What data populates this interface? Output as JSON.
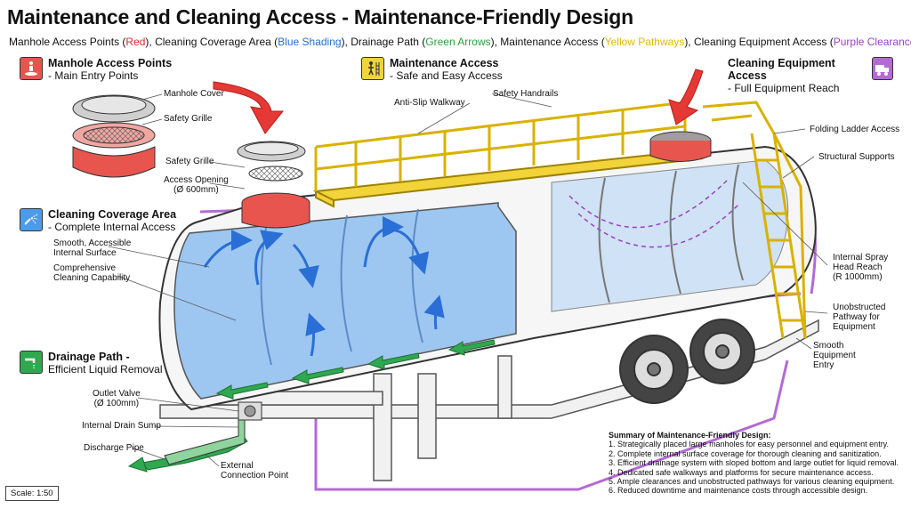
{
  "title": "Maintenance and Cleaning Access - Maintenance-Friendly Design",
  "subtitle": {
    "prefix": "Manhole Access Points (",
    "red": "Red",
    "sep1": "), Cleaning Coverage Area (",
    "blue": "Blue Shading",
    "sep2": "), Drainage Path (",
    "green": "Green Arrows",
    "sep3": "), Maintenance Access (",
    "yellow": "Yellow Pathways",
    "sep4": "), Cleaning Equipment Access (",
    "purple": "Purple Clearances",
    "suffix": ")"
  },
  "colors": {
    "red": "#e8554e",
    "blue": "#4d9be8",
    "green": "#2fa84f",
    "yellow": "#f2d33a",
    "purple": "#b46ad6"
  },
  "legend": {
    "manhole": {
      "title": "Manhole Access Points",
      "sub": "- Main Entry Points",
      "icon": "person-entering-manhole-icon"
    },
    "cleaning": {
      "title": "Cleaning Coverage Area",
      "sub": "- Complete Internal Access",
      "icon": "spray-nozzle-icon"
    },
    "drainage": {
      "title": "Drainage Path -",
      "sub": "Efficient Liquid Removal",
      "icon": "faucet-drain-icon"
    },
    "maintenance": {
      "title": "Maintenance Access",
      "sub": "- Safe and Easy Access",
      "icon": "ladder-worker-icon"
    },
    "equipment": {
      "title": "Cleaning Equipment Access",
      "sub": "- Full Equipment Reach",
      "icon": "cleaning-truck-icon"
    }
  },
  "callouts": {
    "manhole_cover": "Manhole Cover",
    "safety_grille_1": "Safety Grille",
    "safety_grille_2": "Safety Grille",
    "access_opening": [
      "Access Opening",
      "(Ø 600mm)"
    ],
    "smooth_surface": [
      "Smooth, Accessible",
      "Internal Surface"
    ],
    "comprehensive": [
      "Comprehensive",
      "Cleaning Capability"
    ],
    "anti_slip": "Anti-Slip Walkway",
    "safety_handrails": "Safety Handrails",
    "folding_ladder": "Folding Ladder Access",
    "structural_supports": "Structural Supports",
    "spray_head": [
      "Internal Spray",
      "Head Reach",
      "(R 1000mm)"
    ],
    "unobstructed": [
      "Unobstructed",
      "Pathway for",
      "Equipment"
    ],
    "smooth_entry": [
      "Smooth",
      "Equipment",
      "Entry"
    ],
    "outlet_valve": [
      "Outlet Valve",
      "(Ø 100mm)"
    ],
    "drain_sump": "Internal Drain Sump",
    "discharge_pipe": "Discharge Pipe",
    "external_connection": [
      "External",
      "Connection Point"
    ]
  },
  "summary": {
    "heading": "Summary of Maintenance-Friendly Design:",
    "items": [
      "1. Strategically placed large manholes for easy personnel and equipment entry.",
      "2. Complete internal surface coverage for thorough cleaning and sanitization.",
      "3. Efficient drainage system with sloped bottom and large outlet for liquid removal.",
      "4. Dedicated safe walkways and platforms for secure maintenance access.",
      "5. Ample clearances and unobstructed pathways for various cleaning equipment.",
      "6. Reduced downtime and maintenance costs through accessible design."
    ]
  },
  "scale": "Scale: 1:50"
}
